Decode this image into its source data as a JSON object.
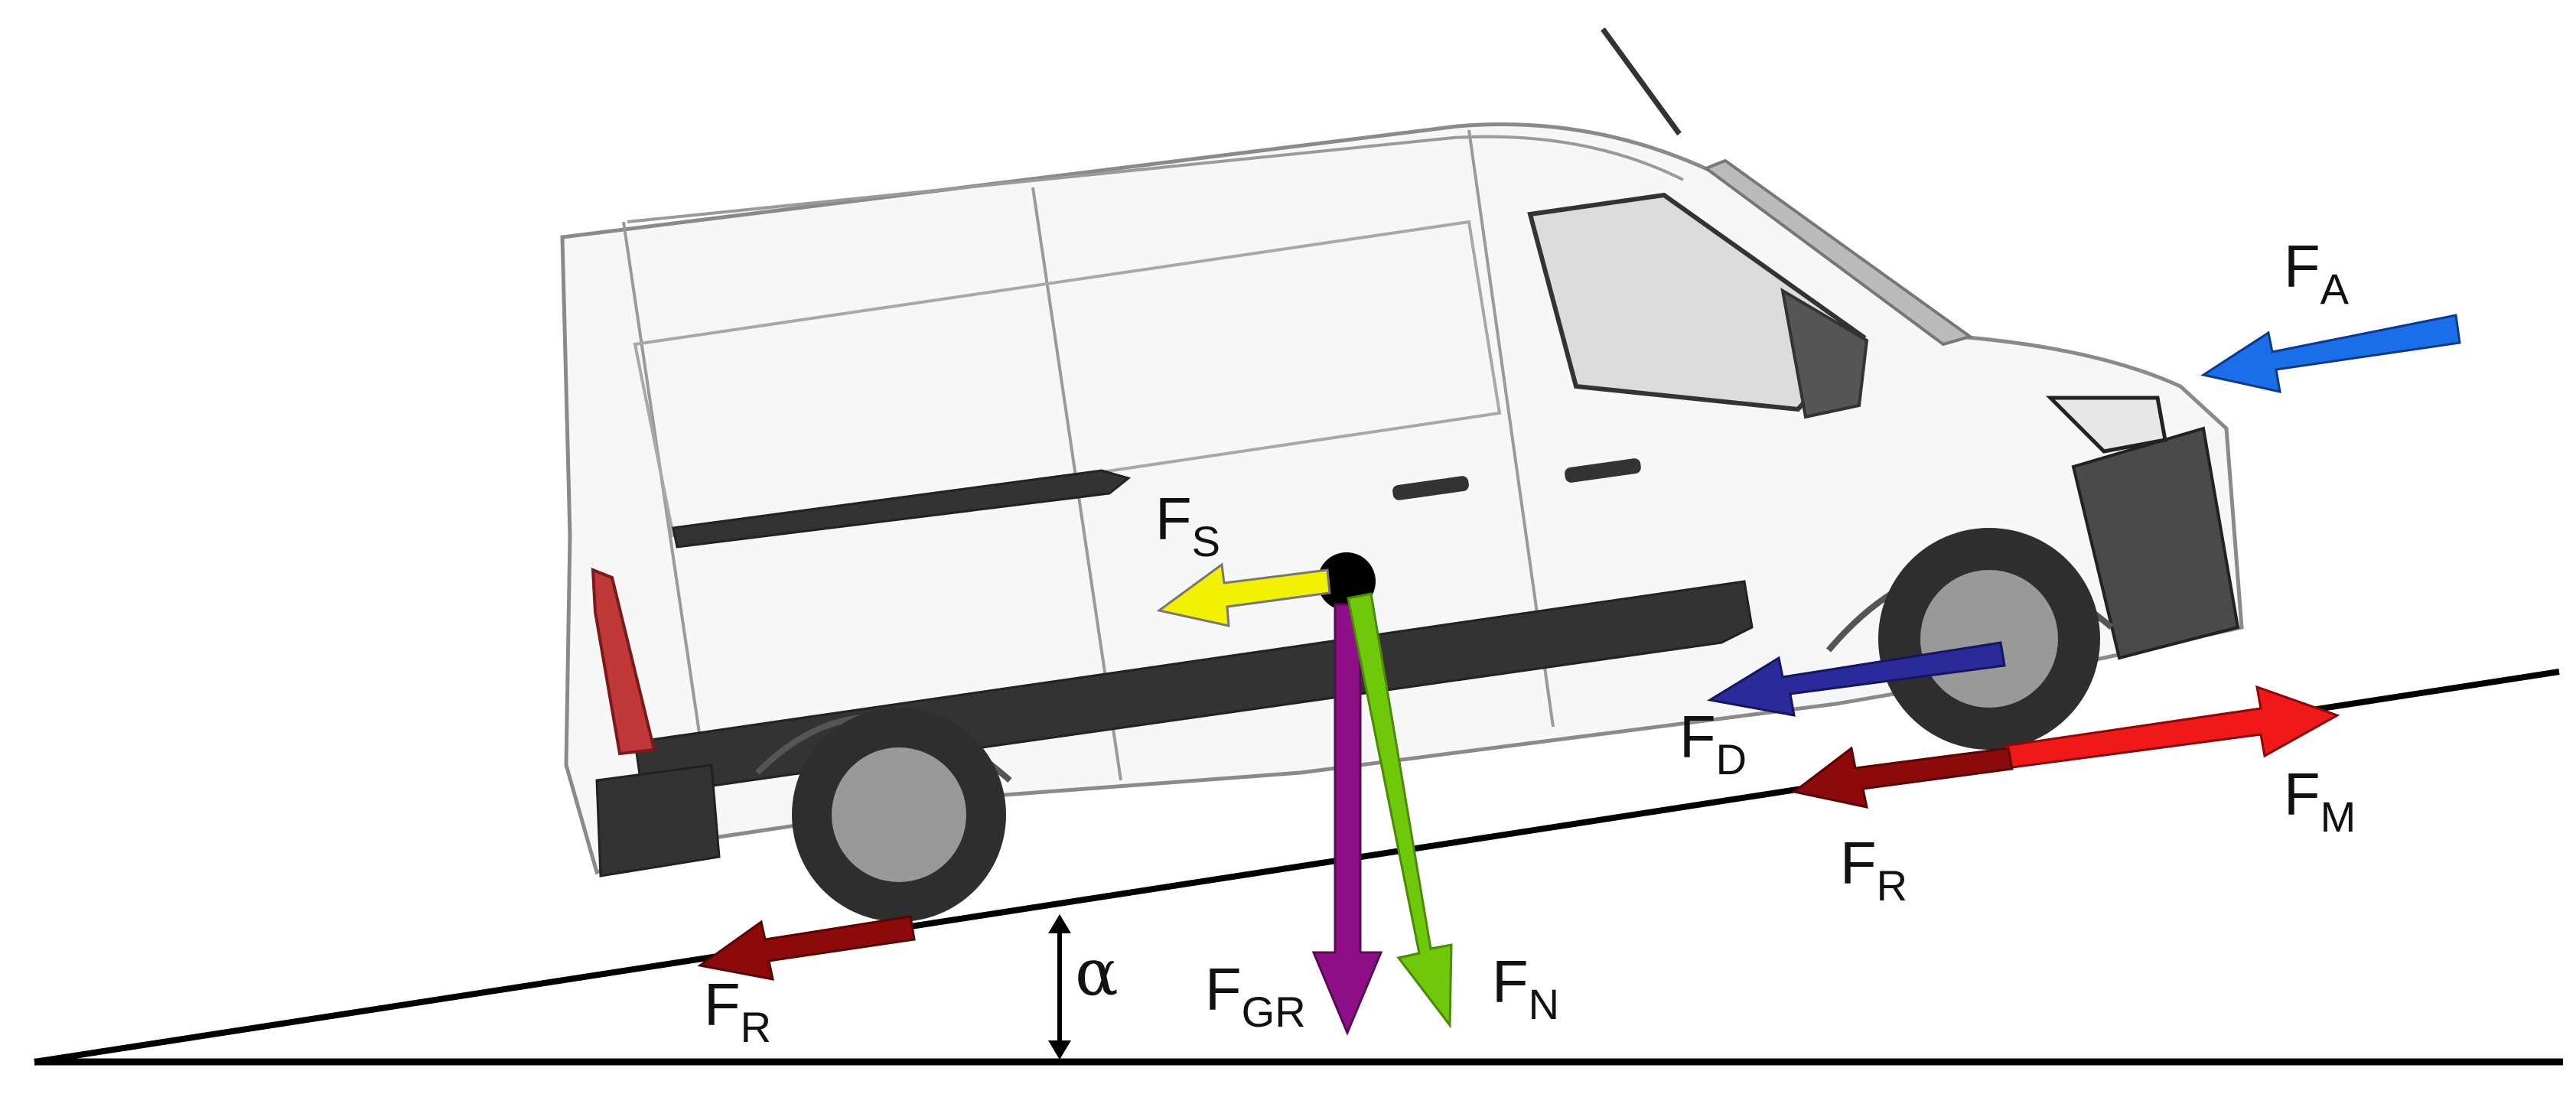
{
  "forces": [
    {
      "id": "F_A",
      "main": "F",
      "sub": "A",
      "color": "#1a6fe8"
    },
    {
      "id": "F_S",
      "main": "F",
      "sub": "S",
      "color": "#f2f200"
    },
    {
      "id": "F_D",
      "main": "F",
      "sub": "D",
      "color": "#2a2a9a"
    },
    {
      "id": "F_M",
      "main": "F",
      "sub": "M",
      "color": "#f01818"
    },
    {
      "id": "F_R_front",
      "main": "F",
      "sub": "R",
      "color": "#8c0a0a"
    },
    {
      "id": "F_R_rear",
      "main": "F",
      "sub": "R",
      "color": "#8c0a0a"
    },
    {
      "id": "F_GR",
      "main": "F",
      "sub": "GR",
      "color": "#8e0f88"
    },
    {
      "id": "F_N",
      "main": "F",
      "sub": "N",
      "color": "#6fc80a"
    }
  ],
  "angle_label": "α",
  "colors": {
    "van_body": "#f7f7f7",
    "van_outline": "#8a8a8a",
    "trim": "#3a3a3a",
    "ground": "#000000"
  }
}
